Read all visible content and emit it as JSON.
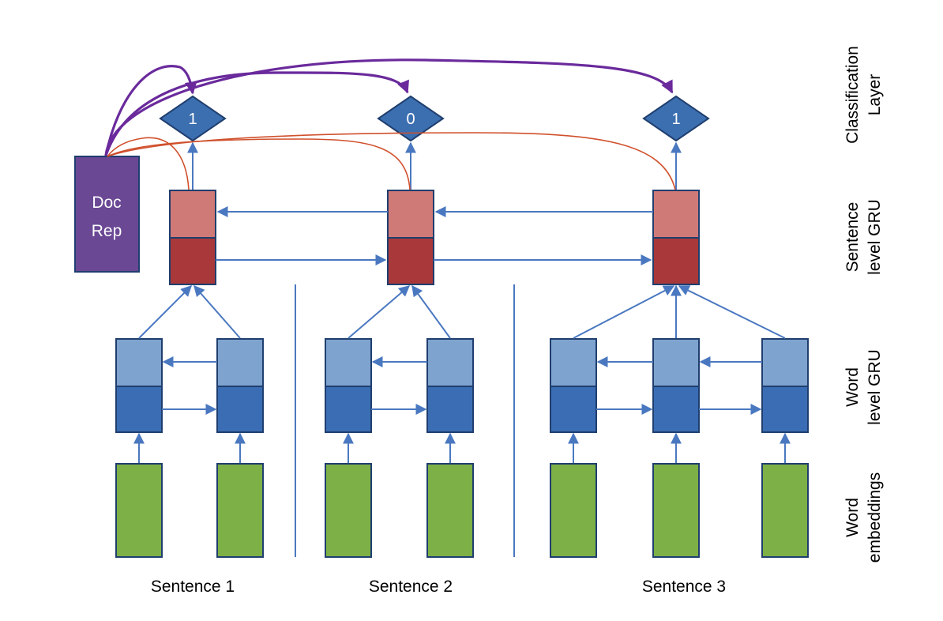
{
  "diagram": {
    "doc_rep": {
      "line1": "Doc",
      "line2": "Rep"
    },
    "classification_outputs": [
      "1",
      "0",
      "1"
    ],
    "sentence_labels": [
      "Sentence 1",
      "Sentence 2",
      "Sentence 3"
    ],
    "layer_labels": {
      "classification": [
        "Classification",
        "Layer"
      ],
      "sentence_gru": [
        "Sentence",
        "level GRU"
      ],
      "word_gru": [
        "Word",
        "level GRU"
      ],
      "word_embeddings": [
        "Word",
        "embeddings"
      ]
    },
    "colors": {
      "word_embedding": "#7db046",
      "word_gru_top": "#7fa3cf",
      "word_gru_bottom": "#3a6db3",
      "sentence_gru_top": "#d07a78",
      "sentence_gru_bottom": "#a8383a",
      "diamond": "#3c6fb0",
      "doc_rep": "#6a4894",
      "arrow_blue": "#4a78c0",
      "arrow_purple": "#6a2a9c",
      "arrow_red": "#d0502c",
      "border": "#1f3e6e"
    }
  }
}
